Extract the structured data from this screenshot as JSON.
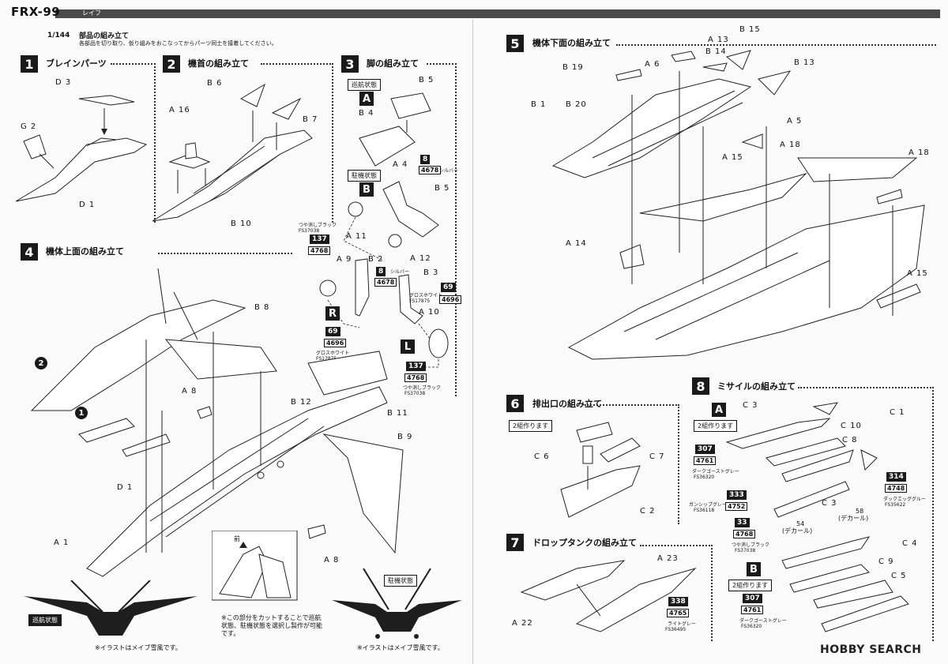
{
  "header": {
    "model": "FRX-99",
    "subtitle": "レイフ",
    "scale": "1/144",
    "section": "部品の組み立て",
    "note": "各部品を切り取り、仮り組みをおこなってからパーツ同士を接着してください。"
  },
  "steps": [
    {
      "num": "1",
      "title": "ブレインパーツ"
    },
    {
      "num": "2",
      "title": "機首の組み立て"
    },
    {
      "num": "3",
      "title": "脚の組み立て"
    },
    {
      "num": "4",
      "title": "機体上面の組み立て"
    },
    {
      "num": "5",
      "title": "機体下面の組み立て"
    },
    {
      "num": "6",
      "title": "排出口の組み立て"
    },
    {
      "num": "7",
      "title": "ドロップタンクの組み立て"
    },
    {
      "num": "8",
      "title": "ミサイルの組み立て"
    }
  ],
  "parts": {
    "D3": "D 3",
    "G2": "G 2",
    "D1": "D 1",
    "B6": "B 6",
    "A16": "A 16",
    "B7": "B 7",
    "B10": "B 10",
    "B5": "B 5",
    "B4": "B 4",
    "A4": "A 4",
    "B5b": "B 5",
    "A11": "A 11",
    "A12": "A 12",
    "A9": "A 9",
    "B2": "B 2",
    "B3": "B 3",
    "A10": "A 10",
    "B8": "B 8",
    "A8": "A 8",
    "B12": "B 12",
    "B11": "B 11",
    "D1b": "D 1",
    "B9": "B 9",
    "A1": "A 1",
    "A8b": "A 8",
    "B15": "B 15",
    "A13": "A 13",
    "B14": "B 14",
    "B19": "B 19",
    "A6": "A 6",
    "B13": "B 13",
    "B1": "B 1",
    "B20": "B 20",
    "A5": "A 5",
    "A18": "A 18",
    "A15": "A 15",
    "A18b": "A 18",
    "A14": "A 14",
    "A15b": "A 15",
    "C6": "C 6",
    "C7": "C 7",
    "C2": "C 2",
    "A23": "A 23",
    "A22": "A 22",
    "C3": "C 3",
    "C1": "C 1",
    "C10": "C 10",
    "C8": "C 8",
    "C3b": "C 3",
    "C4": "C 4",
    "C9": "C 9",
    "C5": "C 5"
  },
  "states": {
    "cruise": "巡航状態",
    "parked": "駐機状態",
    "A": "A",
    "B": "B",
    "R": "R",
    "L": "L",
    "make2": "2組作ります"
  },
  "paints": [
    {
      "num": "8",
      "code": "4678",
      "name": "シルバー"
    },
    {
      "num": "137",
      "code": "4768",
      "name": "つや消しブラック",
      "fs": "FS37038"
    },
    {
      "num": "8",
      "code": "4678",
      "name": "シルバー"
    },
    {
      "num": "69",
      "code": "4696",
      "name": "グロスホワイト",
      "fs": "FS17875"
    },
    {
      "num": "307",
      "code": "4761",
      "name": "ダークゴーストグレー",
      "fs": "FS36320"
    },
    {
      "num": "333",
      "code": "4752",
      "name": "ガンシップグレー",
      "fs": "FS36118"
    },
    {
      "num": "33",
      "code": "4768",
      "name": "つや消しブラック",
      "fs": "FS37038"
    },
    {
      "num": "314",
      "code": "4748",
      "name": "ダックエッググルー",
      "fs": "FS35622"
    },
    {
      "num": "338",
      "code": "4765",
      "name": "ライトグレー",
      "fs": "FS36495"
    }
  ],
  "decals": {
    "d54": "54",
    "d58": "58",
    "decal": "(デカール)"
  },
  "notes": {
    "cut": "※この部分をカットすることで巡航状態、駐機状態を選択し製作が可能です。",
    "illust": "※イラストはメイブ雪風です。",
    "front": "前"
  },
  "circles": {
    "c1": "1",
    "c2": "2"
  },
  "brand": "HOBBY SEARCH"
}
